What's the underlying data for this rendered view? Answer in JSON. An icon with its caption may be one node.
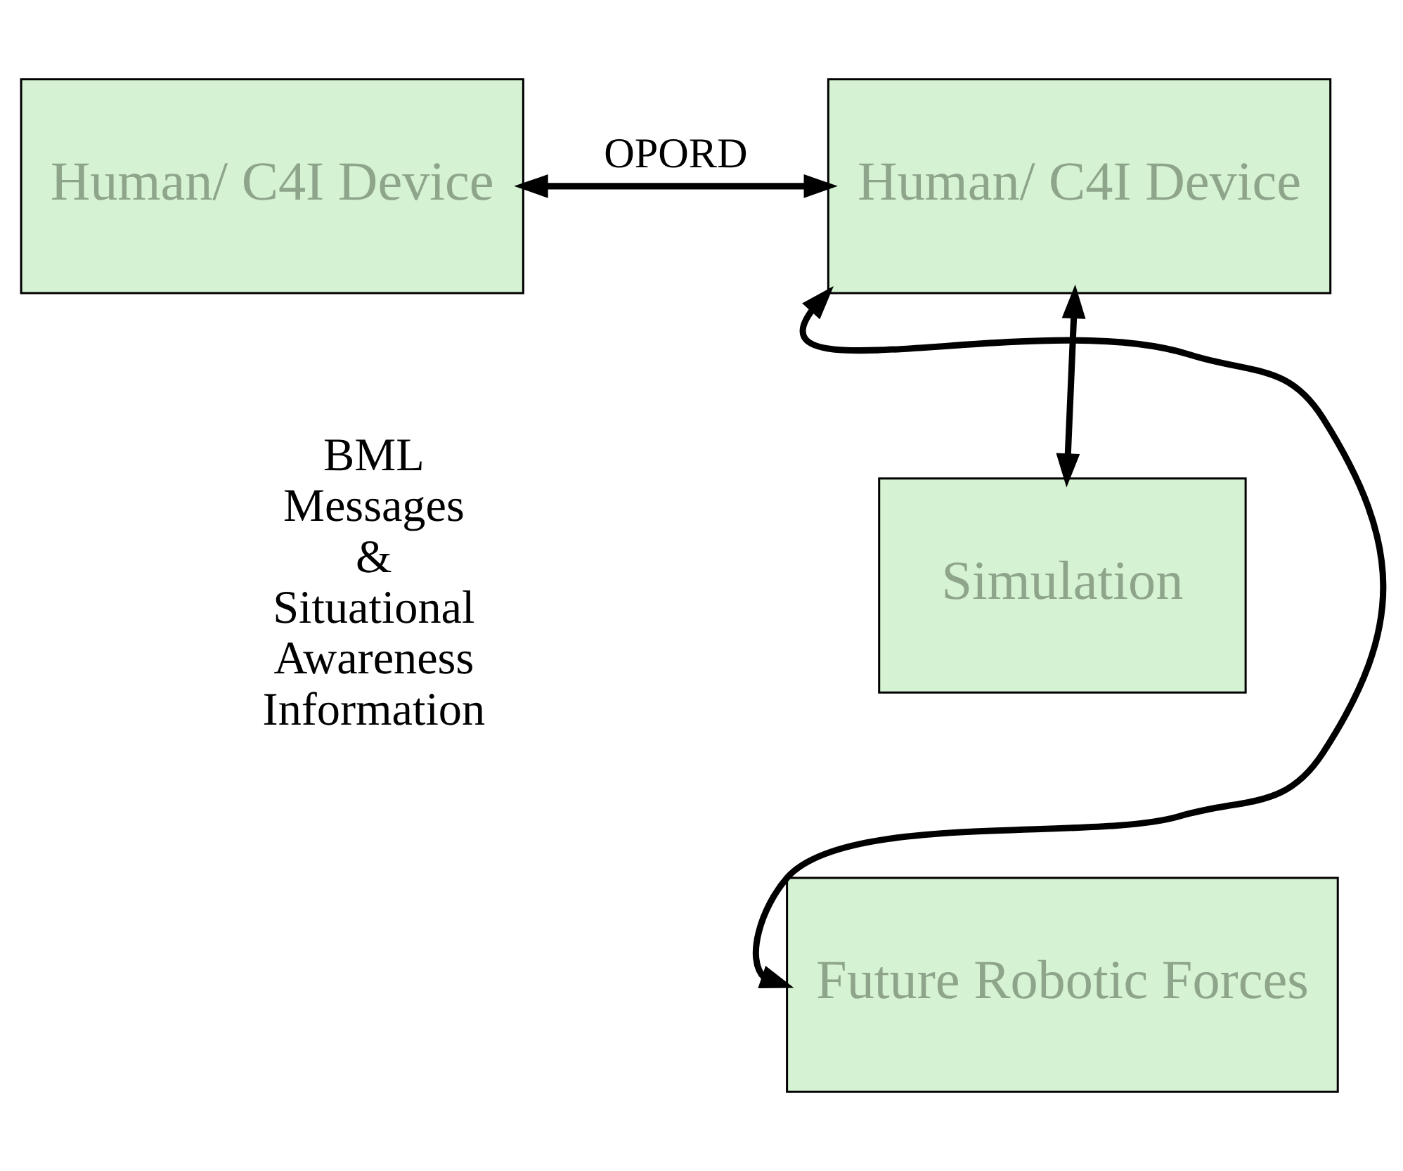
{
  "diagram": {
    "nodes": [
      {
        "text": [
          "Human/ C4I Device"
        ]
      },
      {
        "text": [
          "Human/ C4I Device"
        ]
      },
      {
        "text": [
          "Simulation"
        ]
      },
      {
        "text": [
          "Future Robotic Forces"
        ]
      }
    ],
    "edges": [
      {
        "from": 0,
        "to": 1,
        "arrow": "both",
        "label": "OPORD"
      },
      {
        "from": 1,
        "to": 2,
        "arrow": "both"
      },
      {
        "from": 1,
        "to": 3,
        "arrow": "both"
      }
    ],
    "labels": [
      "BML Messages & Situational Awareness Information"
    ]
  }
}
